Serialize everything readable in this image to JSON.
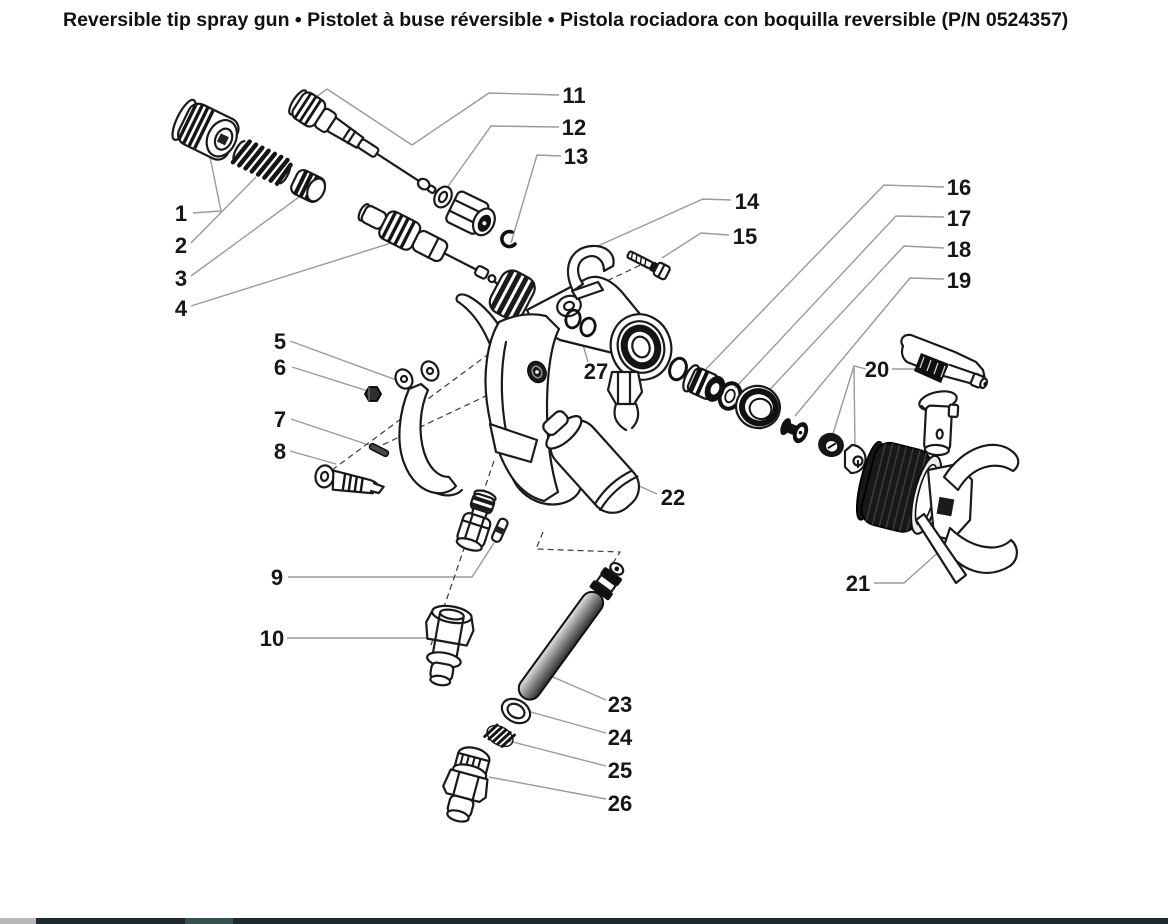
{
  "title": "Reversible tip spray gun • Pistolet à buse réversible • Pistola rociadora con boquilla reversible (P/N 0524357)",
  "part_number": "0524357",
  "callouts": [
    {
      "num": "1"
    },
    {
      "num": "2"
    },
    {
      "num": "3"
    },
    {
      "num": "4"
    },
    {
      "num": "5"
    },
    {
      "num": "6"
    },
    {
      "num": "7"
    },
    {
      "num": "8"
    },
    {
      "num": "9"
    },
    {
      "num": "10"
    },
    {
      "num": "11"
    },
    {
      "num": "12"
    },
    {
      "num": "13"
    },
    {
      "num": "14"
    },
    {
      "num": "15"
    },
    {
      "num": "16"
    },
    {
      "num": "17"
    },
    {
      "num": "18"
    },
    {
      "num": "19"
    },
    {
      "num": "20"
    },
    {
      "num": "21"
    },
    {
      "num": "22"
    },
    {
      "num": "23"
    },
    {
      "num": "24"
    },
    {
      "num": "25"
    },
    {
      "num": "26"
    },
    {
      "num": "27"
    }
  ],
  "colors": {
    "line_art": "#1a1a1a",
    "leader_line": "#9a9a9a",
    "dashed_axis": "#3c3c3c",
    "footer_gray": "#b7b7b7",
    "footer_dark": "#1d2b31",
    "footer_teal": "#375350"
  }
}
